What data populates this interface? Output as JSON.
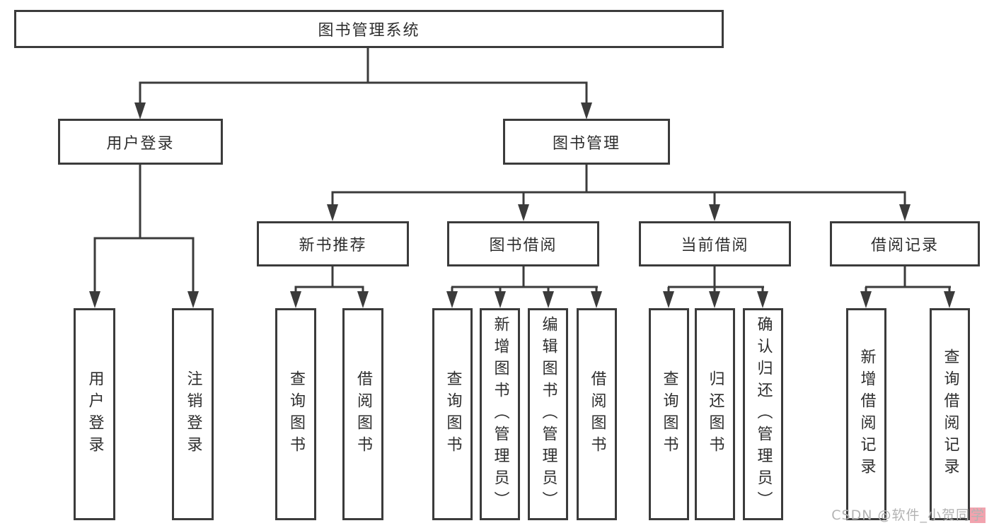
{
  "colors": {
    "line": "#3b3b3b",
    "text": "#2e2e2e",
    "background": "#ffffff",
    "watermark_text": "#b3b3b3",
    "watermark_highlight": "#f2a3ae"
  },
  "watermark": {
    "prefix": "CSDN @软件_小贺同",
    "highlight": "学"
  },
  "tree": {
    "root": {
      "label": "图书管理系统"
    },
    "branches": [
      {
        "label": "用户登录",
        "children": [
          {
            "label": "用户登录"
          },
          {
            "label": "注销登录"
          }
        ]
      },
      {
        "label": "图书管理",
        "children": [
          {
            "label": "新书推荐",
            "children": [
              {
                "label": "查询图书"
              },
              {
                "label": "借阅图书"
              }
            ]
          },
          {
            "label": "图书借阅",
            "children": [
              {
                "label": "查询图书"
              },
              {
                "label": "新增图书（管理员）"
              },
              {
                "label": "编辑图书（管理员）"
              },
              {
                "label": "借阅图书"
              }
            ]
          },
          {
            "label": "当前借阅",
            "children": [
              {
                "label": "查询图书"
              },
              {
                "label": "归还图书"
              },
              {
                "label": "确认归还（管理员）"
              }
            ]
          },
          {
            "label": "借阅记录",
            "children": [
              {
                "label": "新增借阅记录"
              },
              {
                "label": "查询借阅记录"
              }
            ]
          }
        ]
      }
    ]
  }
}
